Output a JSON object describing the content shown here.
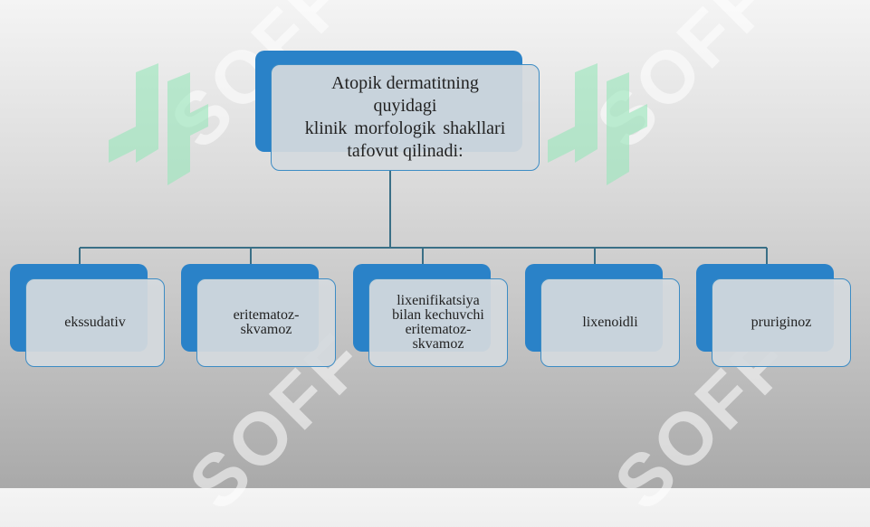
{
  "diagram": {
    "root": {
      "lines": [
        "Atopik dermatitning",
        "quyidagi",
        "klinik  morfologik  shakllari",
        "tafovut qilinadi:"
      ]
    },
    "children": [
      {
        "label": "ekssudativ"
      },
      {
        "label": "eritematoz-\nskvamoz"
      },
      {
        "label": "lixenifikatsiya\nbilan  kechuvchi\neritematoz-\nskvamoz"
      },
      {
        "label": "lixenoidli"
      },
      {
        "label": "pruriginoz"
      }
    ],
    "colors": {
      "box_back": "#2a82c8",
      "box_front": "#d4d9de",
      "connector": "#3a6f86"
    }
  },
  "watermark": {
    "text": "SOFF",
    "logo_icon": "ss-logo-icon"
  }
}
